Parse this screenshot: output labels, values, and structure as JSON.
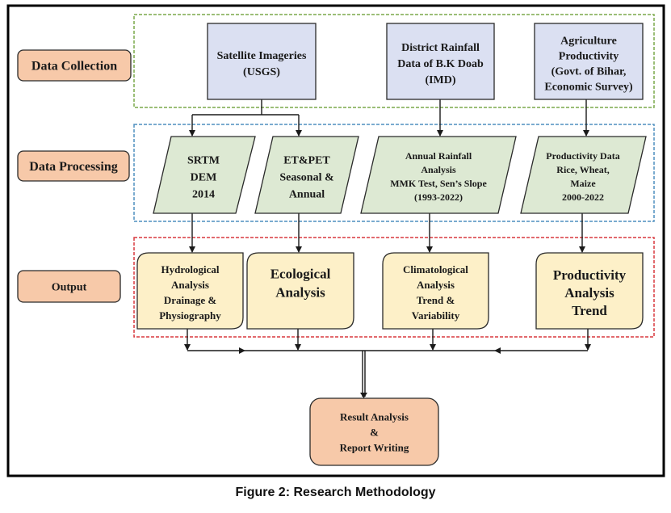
{
  "caption": "Figure 2: Research Methodology",
  "colors": {
    "stage_label_fill": "#f7c9a9",
    "source_fill": "#dbe0f2",
    "processing_fill": "#dde9d3",
    "output_fill": "#fdf0c8",
    "result_fill": "#f7c9a9",
    "collection_border": "#7aa84a",
    "processing_border": "#4f8fbf",
    "output_border": "#d9383f",
    "line": "#1a1a1a"
  },
  "stages": [
    {
      "id": "collection",
      "label": "Data Collection"
    },
    {
      "id": "processing",
      "label": "Data Processing"
    },
    {
      "id": "output",
      "label": "Output"
    }
  ],
  "sources": [
    {
      "id": "satellite",
      "lines": [
        "Satellite Imageries",
        "(USGS)"
      ]
    },
    {
      "id": "rainfall",
      "lines": [
        "District Rainfall",
        "Data of B.K Doab",
        "(IMD)"
      ]
    },
    {
      "id": "agriculture",
      "lines": [
        "Agriculture",
        "Productivity",
        "(Govt. of Bihar,",
        "Economic Survey)"
      ]
    }
  ],
  "processing": [
    {
      "id": "srtm",
      "lines": [
        "SRTM",
        "DEM",
        "2014"
      ]
    },
    {
      "id": "etpet",
      "lines": [
        "ET&PET",
        "Seasonal &",
        "Annual"
      ]
    },
    {
      "id": "rainfall-analysis",
      "lines": [
        "Annual Rainfall",
        "Analysis",
        "MMK Test, Sen’s Slope",
        "(1993-2022)"
      ]
    },
    {
      "id": "productivity-data",
      "lines": [
        "Productivity Data",
        "Rice, Wheat,",
        "Maize",
        "2000-2022"
      ]
    }
  ],
  "outputs": [
    {
      "id": "hydrological",
      "lines": [
        "Hydrological",
        "Analysis",
        "Drainage &",
        "Physiography"
      ]
    },
    {
      "id": "ecological",
      "lines": [
        "Ecological",
        "Analysis"
      ]
    },
    {
      "id": "climatological",
      "lines": [
        "Climatological",
        "Analysis",
        "Trend &",
        "Variability"
      ]
    },
    {
      "id": "productivity",
      "lines": [
        "Productivity",
        "Analysis",
        "Trend"
      ]
    }
  ],
  "result": {
    "lines": [
      "Result Analysis",
      "&",
      "Report Writing"
    ]
  },
  "edges": [
    {
      "from": "satellite",
      "to": "srtm"
    },
    {
      "from": "satellite",
      "to": "etpet"
    },
    {
      "from": "rainfall",
      "to": "rainfall-analysis"
    },
    {
      "from": "agriculture",
      "to": "productivity-data"
    },
    {
      "from": "srtm",
      "to": "hydrological"
    },
    {
      "from": "etpet",
      "to": "ecological"
    },
    {
      "from": "rainfall-analysis",
      "to": "climatological"
    },
    {
      "from": "productivity-data",
      "to": "productivity"
    },
    {
      "from": "hydrological",
      "to": "result"
    },
    {
      "from": "ecological",
      "to": "result"
    },
    {
      "from": "climatological",
      "to": "result"
    },
    {
      "from": "productivity",
      "to": "result"
    }
  ]
}
